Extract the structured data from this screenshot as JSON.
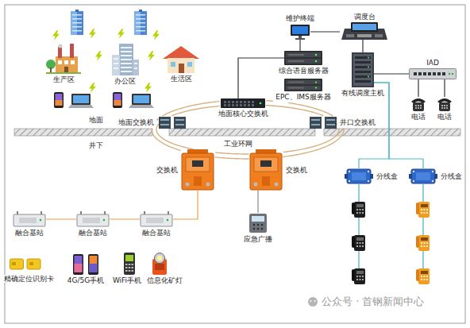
{
  "diagram": {
    "nodes": [
      {
        "text": [
          "生产区"
        ]
      },
      {
        "text": [
          "办公区"
        ]
      },
      {
        "text": [
          "生活区"
        ]
      },
      {
        "text": [
          "维护终端"
        ]
      },
      {
        "text": [
          "调度台"
        ]
      },
      {
        "text": [
          "综合语音服务器"
        ]
      },
      {
        "text": [
          "EPC、IMS服务器"
        ]
      },
      {
        "text": [
          "有线调度主机"
        ]
      },
      {
        "text": [
          "IAD"
        ]
      },
      {
        "text": [
          "电话"
        ]
      },
      {
        "text": [
          "电话"
        ]
      },
      {
        "text": [
          "地面交换机"
        ]
      },
      {
        "text": [
          "地面核心交换机"
        ]
      },
      {
        "text": [
          "井口交换机"
        ]
      },
      {
        "text": [
          "交换机"
        ]
      },
      {
        "text": [
          "交换机"
        ]
      },
      {
        "text": [
          "分线盒"
        ]
      },
      {
        "text": [
          "分线盒"
        ]
      },
      {
        "text": [
          "融合基站"
        ]
      },
      {
        "text": [
          "融合基站"
        ]
      },
      {
        "text": [
          "融合基站"
        ]
      },
      {
        "text": [
          "应急广播"
        ]
      },
      {
        "text": [
          "精确定位识别卡"
        ]
      },
      {
        "text": [
          "4G/5G手机"
        ]
      },
      {
        "text": [
          "WiFi手机"
        ]
      },
      {
        "text": [
          "信息化矿灯"
        ]
      }
    ],
    "edges": [
      {
        "from": 3,
        "to": 4,
        "arrow": "none"
      },
      {
        "from": 3,
        "to": 5,
        "arrow": "none"
      },
      {
        "from": 4,
        "to": 7,
        "arrow": "none"
      },
      {
        "from": 7,
        "to": 8,
        "arrow": "none"
      },
      {
        "from": 8,
        "to": 9,
        "arrow": "none"
      },
      {
        "from": 8,
        "to": 10,
        "arrow": "none"
      },
      {
        "from": 5,
        "to": 12,
        "arrow": "none"
      },
      {
        "from": 7,
        "to": 16,
        "arrow": "none"
      },
      {
        "from": 7,
        "to": 17,
        "arrow": "none"
      },
      {
        "from": 12,
        "to": 13,
        "arrow": "none"
      },
      {
        "from": 13,
        "to": 15,
        "arrow": "none"
      },
      {
        "from": 15,
        "to": 14,
        "arrow": "none"
      },
      {
        "from": 14,
        "to": 11,
        "arrow": "none"
      },
      {
        "from": 11,
        "to": 12,
        "arrow": "none"
      },
      {
        "from": 18,
        "to": 19,
        "arrow": "none"
      },
      {
        "from": 19,
        "to": 20,
        "arrow": "none"
      },
      {
        "from": 20,
        "to": 14,
        "arrow": "none"
      },
      {
        "from": 15,
        "to": 21,
        "arrow": "none"
      }
    ],
    "labels": [
      "地面",
      "井下",
      "工业环网",
      "公众号 · 首钢新闻中心"
    ]
  }
}
